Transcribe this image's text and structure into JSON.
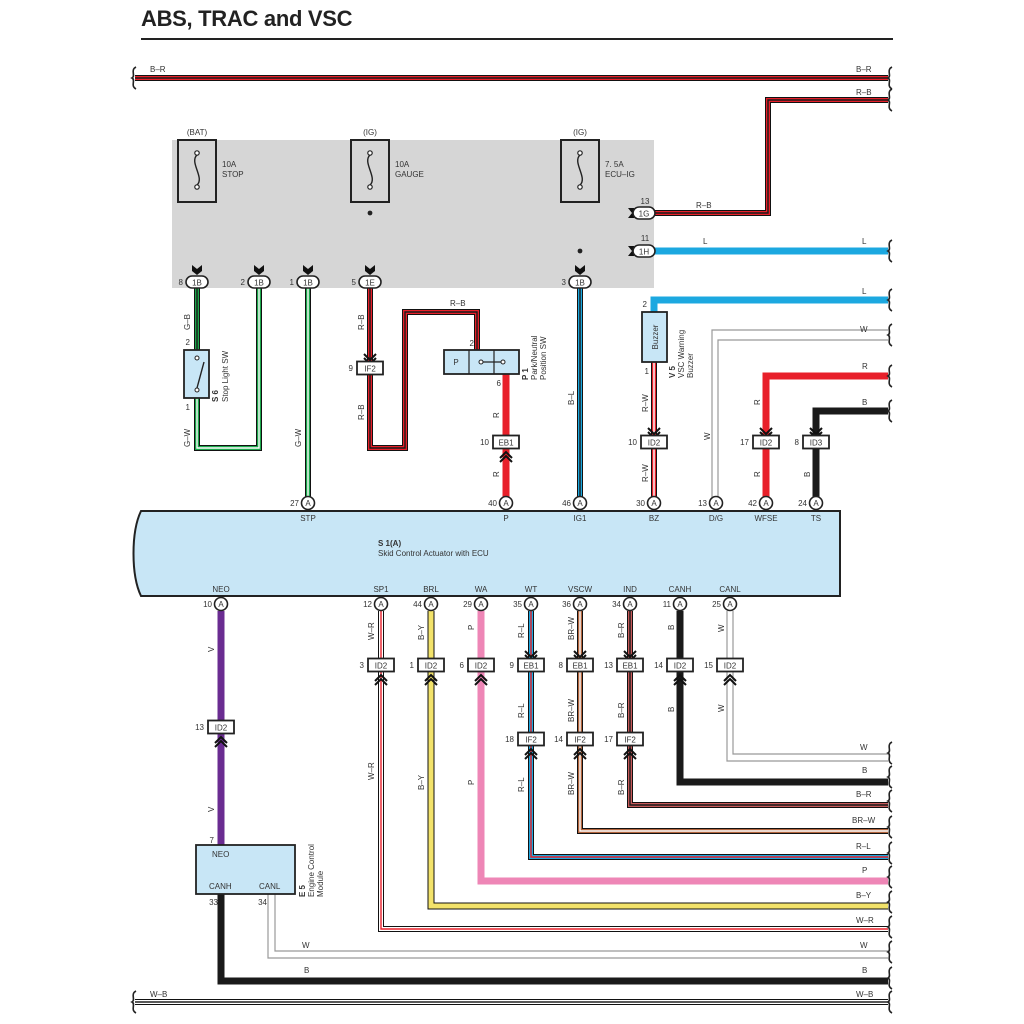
{
  "title": "ABS, TRAC and VSC",
  "colors": {
    "R": "#e8202a",
    "B": "#1a1a1a",
    "L": "#1ca8e0",
    "W": "#ffffff",
    "G": "#1aa64a",
    "V": "#6a2c91",
    "P": "#ee86b6",
    "Y": "#f2e26a",
    "BR": "#b2643c",
    "ecu_fill": "#c8e6f6",
    "relay_box": "#d6d6d6"
  },
  "fuses": [
    {
      "source": "(BAT)",
      "rating": "10A",
      "name": "STOP"
    },
    {
      "source": "(IG)",
      "rating": "10A",
      "name": "GAUGE"
    },
    {
      "source": "(IG)",
      "rating": "7. 5A",
      "name": "ECU–IG"
    }
  ],
  "junction_pins": [
    {
      "pin": "8",
      "conn": "1B"
    },
    {
      "pin": "2",
      "conn": "1B"
    },
    {
      "pin": "1",
      "conn": "1B"
    },
    {
      "pin": "5",
      "conn": "1E"
    },
    {
      "pin": "3",
      "conn": "1B"
    },
    {
      "pin": "13",
      "conn": "1G"
    },
    {
      "pin": "11",
      "conn": "1H"
    }
  ],
  "components": {
    "s6": {
      "id": "S 6",
      "name": "Stop Light SW",
      "pin_top": "2",
      "pin_bottom": "1"
    },
    "p1": {
      "id": "P 1",
      "name1": "Park/Neutral",
      "name2": "Position SW",
      "label": "P",
      "pin_top": "2",
      "pin_bottom": "6"
    },
    "v5": {
      "id": "V 5",
      "name1": "VSC Warning",
      "name2": "Buzzer",
      "label": "Buzzer",
      "pin_top": "2",
      "pin_bottom": "1"
    },
    "ecu": {
      "id": "S 1(A)",
      "name": "Skid Control Actuator with ECU"
    },
    "e5": {
      "id": "E 5",
      "name1": "Engine Control",
      "name2": "Module",
      "pin_neo": "7",
      "neo": "NEO",
      "canh": "CANH",
      "canl": "CANL",
      "pin_canh": "33",
      "pin_canl": "34"
    }
  },
  "ecu_top_pins": [
    {
      "pin": "27",
      "name": "STP"
    },
    {
      "pin": "40",
      "name": "P"
    },
    {
      "pin": "46",
      "name": "IG1"
    },
    {
      "pin": "30",
      "name": "BZ"
    },
    {
      "pin": "13",
      "name": "D/G"
    },
    {
      "pin": "42",
      "name": "WFSE"
    },
    {
      "pin": "24",
      "name": "TS"
    }
  ],
  "ecu_bottom_pins": [
    {
      "pin": "10",
      "name": "NEO"
    },
    {
      "pin": "12",
      "name": "SP1"
    },
    {
      "pin": "44",
      "name": "BRL"
    },
    {
      "pin": "29",
      "name": "WA"
    },
    {
      "pin": "35",
      "name": "WT"
    },
    {
      "pin": "36",
      "name": "VSCW"
    },
    {
      "pin": "34",
      "name": "IND"
    },
    {
      "pin": "11",
      "name": "CANH"
    },
    {
      "pin": "25",
      "name": "CANL"
    }
  ],
  "connector_letter": "A",
  "inline_connectors": {
    "top": [
      {
        "pin": "9",
        "conn": "IF2"
      },
      {
        "pin": "10",
        "conn": "EB1"
      },
      {
        "pin": "10",
        "conn": "ID2"
      },
      {
        "pin": "17",
        "conn": "ID2"
      },
      {
        "pin": "8",
        "conn": "ID3"
      }
    ],
    "bottom_row1": [
      {
        "pin": "3",
        "conn": "ID2"
      },
      {
        "pin": "1",
        "conn": "ID2"
      },
      {
        "pin": "6",
        "conn": "ID2"
      },
      {
        "pin": "9",
        "conn": "EB1"
      },
      {
        "pin": "8",
        "conn": "EB1"
      },
      {
        "pin": "13",
        "conn": "EB1"
      },
      {
        "pin": "14",
        "conn": "ID2"
      },
      {
        "pin": "15",
        "conn": "ID2"
      }
    ],
    "bottom_row2": [
      {
        "pin": "18",
        "conn": "IF2"
      },
      {
        "pin": "14",
        "conn": "IF2"
      },
      {
        "pin": "17",
        "conn": "IF2"
      }
    ],
    "neo": {
      "pin": "13",
      "conn": "ID2"
    }
  },
  "wire_labels": {
    "top_br": "B–R",
    "rb": "R–B",
    "l": "L",
    "w": "W",
    "r": "R",
    "b": "B",
    "gb": "G–B",
    "gw": "G–W",
    "bl": "B–L",
    "rw": "R–W",
    "v": "V",
    "wr": "W–R",
    "by": "B–Y",
    "p": "P",
    "rl": "R–L",
    "brw": "BR–W",
    "wb": "W–B"
  },
  "right_edge_labels": [
    "B–R",
    "R–B",
    "L",
    "L",
    "W",
    "R",
    "B",
    "W",
    "B",
    "B–R",
    "BR–W",
    "R–L",
    "P",
    "B–Y",
    "W–R",
    "W",
    "B",
    "W–B"
  ]
}
